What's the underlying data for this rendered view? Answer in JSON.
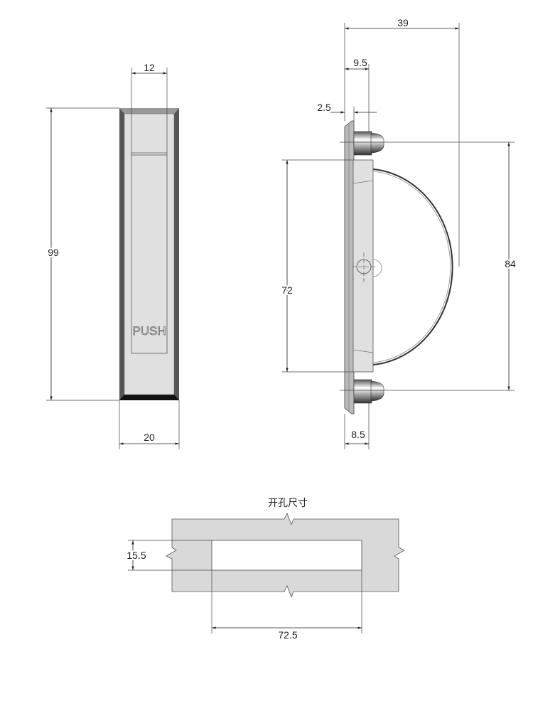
{
  "front_view": {
    "width_label": "20",
    "slot_width_label": "12",
    "height_label": "99",
    "push_text": "PUSH"
  },
  "side_view": {
    "depth_label": "39",
    "body_depth_label": "9.5",
    "plate_label": "2.5",
    "handle_span_label": "72",
    "mount_span_label": "84",
    "base_label": "8.5"
  },
  "cutout": {
    "title": "开孔尺寸",
    "height_label": "15.5",
    "width_label": "72.5"
  },
  "colors": {
    "part_fill": "#e0e0e0",
    "cutout_fill": "#d9d9d9",
    "line": "#222222"
  }
}
